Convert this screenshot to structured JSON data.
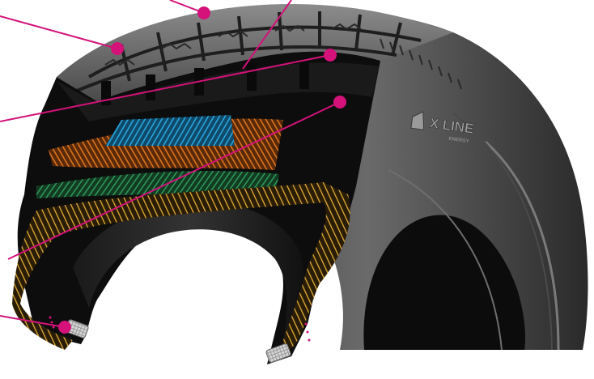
{
  "brand": {
    "logo_main": "X LINE",
    "logo_sub": "ENERGY"
  },
  "colors": {
    "background": "#ffffff",
    "tire_dark": "#111111",
    "tire_rubber": "#5a5a5a",
    "tread_highlight": "#8a8a8a",
    "callout": "#d4127a",
    "belt_blue": "#2aa9e0",
    "belt_orange": "#e0781e",
    "belt_green": "#2f9a5a",
    "carcass_yellow": "#e8b23a",
    "bead_wire": "#bdbdbd"
  },
  "callouts": [
    {
      "id": "tread-top"
    },
    {
      "id": "tread-groove"
    },
    {
      "id": "tread-block"
    },
    {
      "id": "shoulder"
    },
    {
      "id": "sidewall-upper"
    },
    {
      "id": "carcass-ply"
    },
    {
      "id": "bead"
    }
  ]
}
